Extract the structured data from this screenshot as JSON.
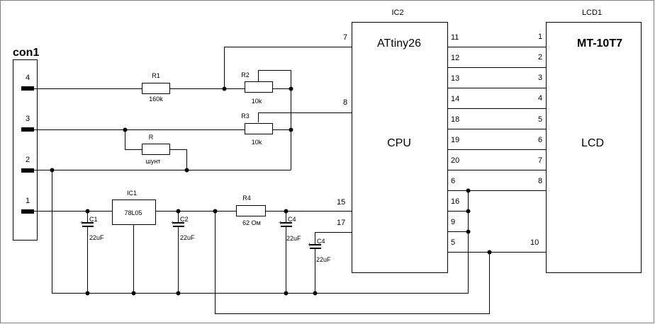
{
  "connector": {
    "name": "con1",
    "pins": [
      "4",
      "3",
      "2",
      "1"
    ]
  },
  "resistors": {
    "r1": {
      "name": "R1",
      "value": "160k"
    },
    "r2": {
      "name": "R2",
      "value": "10k"
    },
    "r3": {
      "name": "R3",
      "value": "10k"
    },
    "r_shunt": {
      "name": "R",
      "value": "шунт"
    },
    "r4": {
      "name": "R4",
      "value": "62 Ом"
    }
  },
  "regulator": {
    "ref": "IC1",
    "part": "78L05"
  },
  "capacitors": {
    "c1": {
      "name": "C1",
      "value": "22uF"
    },
    "c2": {
      "name": "C2",
      "value": "22uF"
    },
    "c4a": {
      "name": "C4",
      "value": "22uF"
    },
    "c4b": {
      "name": "C4",
      "value": "22uF"
    },
    "polarity": "+"
  },
  "mcu": {
    "ref": "IC2",
    "part": "ATtiny26",
    "label": "CPU",
    "left_pins": [
      "7",
      "8",
      "15",
      "17"
    ],
    "right_pins": [
      "11",
      "12",
      "13",
      "14",
      "18",
      "19",
      "20",
      "6",
      "16",
      "9",
      "5"
    ]
  },
  "lcd": {
    "ref": "LCD1",
    "part": "MT-10T7",
    "label": "LCD",
    "pins": [
      "1",
      "2",
      "3",
      "4",
      "5",
      "6",
      "7",
      "8",
      "10"
    ]
  }
}
